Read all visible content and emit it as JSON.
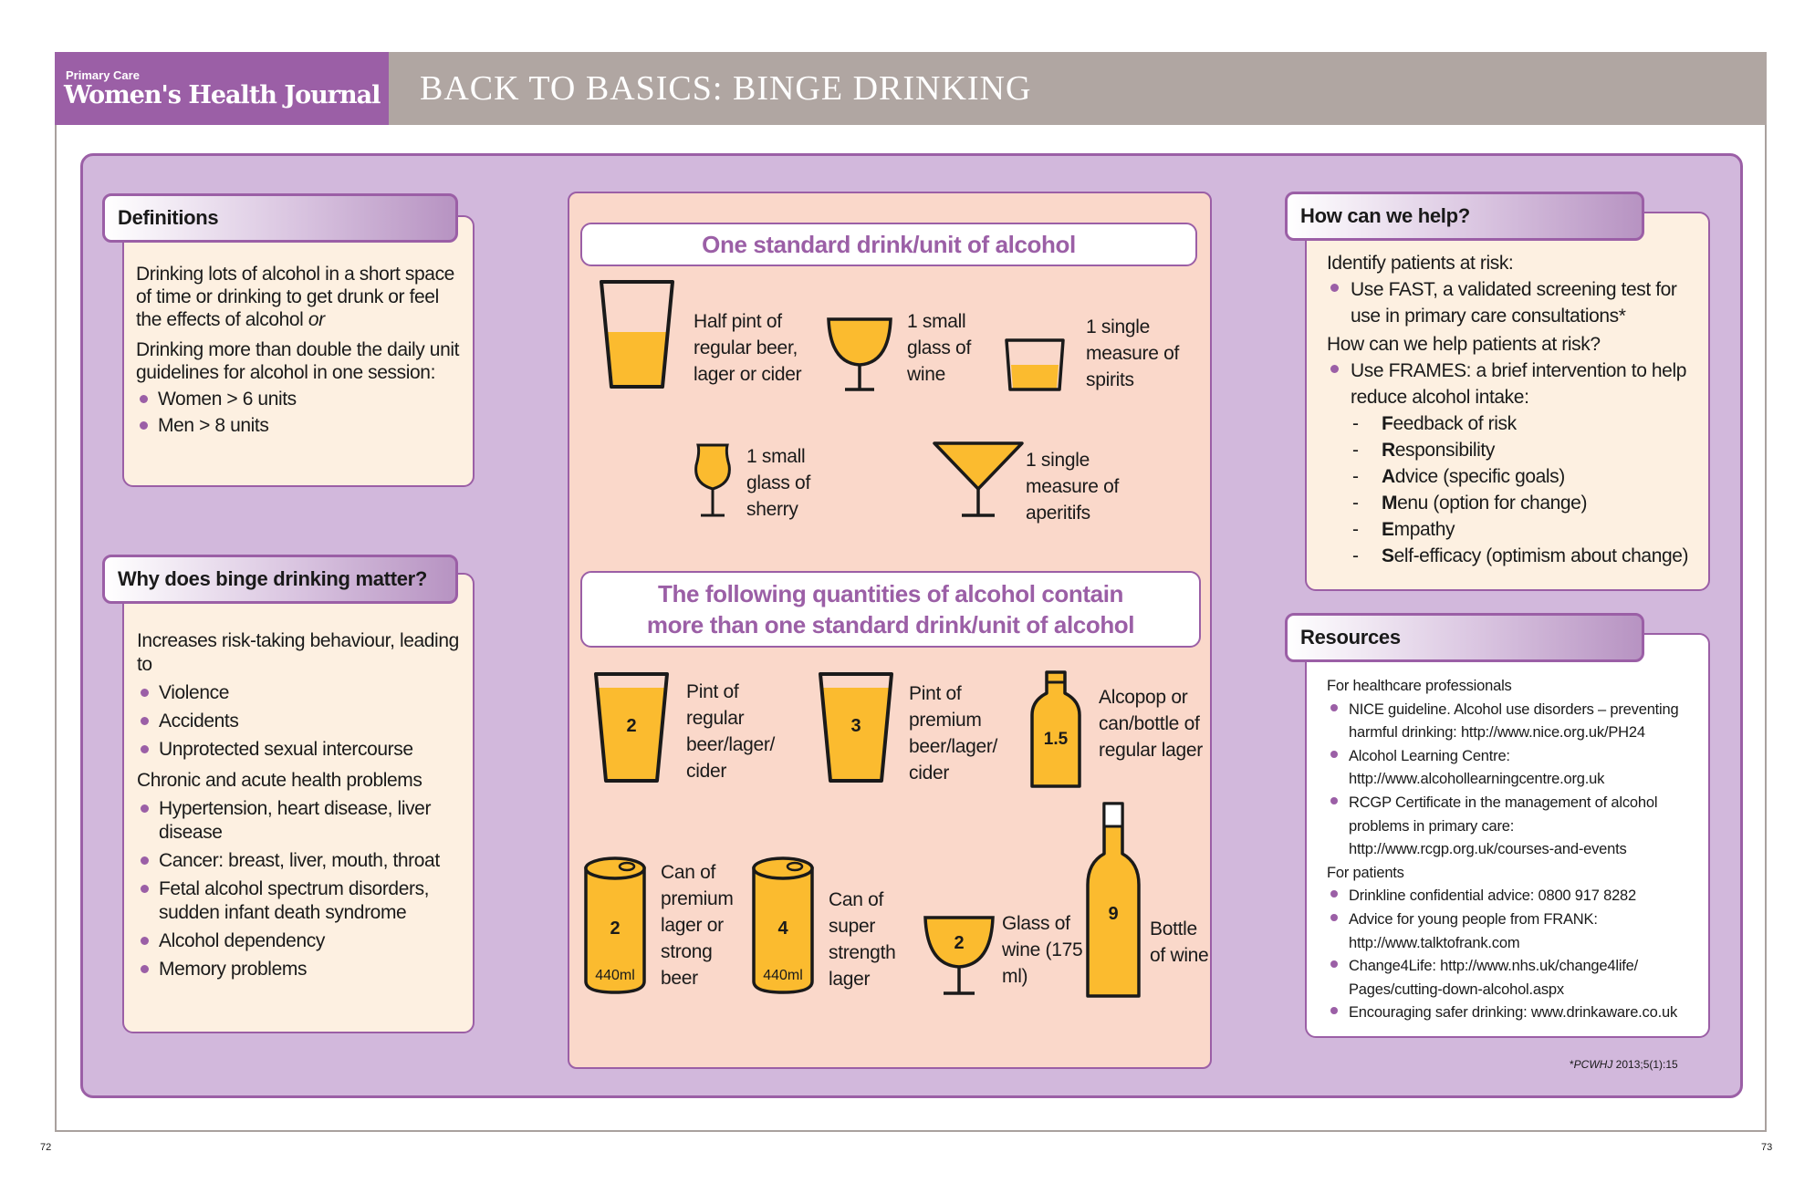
{
  "header": {
    "brand_small": "Primary Care",
    "brand_main": "Women's Health Journal",
    "title": "BACK TO BASICS: BINGE DRINKING"
  },
  "definitions": {
    "title": "Definitions",
    "para1": "Drinking lots of alcohol in a short space of time or drinking to get drunk or feel the effects of alcohol",
    "para1_or": "or",
    "para2": "Drinking more than double the daily unit guidelines for alcohol in one session:",
    "bullets": [
      "Women > 6 units",
      "Men > 8 units"
    ]
  },
  "why": {
    "title": "Why does binge drinking matter?",
    "intro": "Increases risk-taking behaviour, leading to",
    "risk_bullets": [
      "Violence",
      "Accidents",
      "Unprotected sexual intercourse"
    ],
    "chronic_intro": "Chronic and acute health problems",
    "health_bullets": [
      "Hypertension, heart disease, liver disease",
      "Cancer: breast, liver, mouth, throat",
      "Fetal alcohol spectrum disorders, sudden infant death syndrome",
      "Alcohol dependency",
      "Memory problems"
    ]
  },
  "center": {
    "heading1": "One standard drink/unit of alcohol",
    "unit_items": [
      {
        "label": "Half pint of regular beer, lager or cider",
        "icon": "half-pint-glass-icon"
      },
      {
        "label": "1 small glass of wine",
        "icon": "wine-glass-icon"
      },
      {
        "label": "1 single measure of spirits",
        "icon": "spirits-glass-icon"
      },
      {
        "label": "1 small glass of sherry",
        "icon": "sherry-glass-icon"
      },
      {
        "label": "1 single measure of aperitifs",
        "icon": "cocktail-glass-icon"
      }
    ],
    "heading2_line1": "The following quantities of alcohol contain",
    "heading2_line2": "more than one standard drink/unit of alcohol",
    "multi_items": [
      {
        "label": "Pint of regular beer/lager/ cider",
        "units": "2",
        "icon": "pint-glass-icon"
      },
      {
        "label": "Pint of premium beer/lager/ cider",
        "units": "3",
        "icon": "pint-glass-icon"
      },
      {
        "label": "Alcopop or can/bottle of regular lager",
        "units": "1.5",
        "icon": "alcopop-bottle-icon"
      },
      {
        "label": "Can of premium lager or strong beer",
        "units": "2",
        "volume": "440ml",
        "icon": "can-icon"
      },
      {
        "label": "Can of super strength lager",
        "units": "4",
        "volume": "440ml",
        "icon": "can-icon"
      },
      {
        "label": "Glass of wine (175 ml)",
        "units": "2",
        "icon": "wine-glass-icon"
      },
      {
        "label": "Bottle of wine",
        "units": "9",
        "icon": "wine-bottle-icon"
      }
    ]
  },
  "help": {
    "title": "How can we help?",
    "q1": "Identify patients at risk:",
    "b1": "Use FAST, a validated screening test for use in primary care consultations*",
    "q2": "How can we help patients at risk?",
    "b2": "Use FRAMES: a brief intervention to help reduce alcohol intake:",
    "frames": [
      {
        "letter": "F",
        "rest": "eedback of risk"
      },
      {
        "letter": "R",
        "rest": "esponsibility"
      },
      {
        "letter": "A",
        "rest": "dvice (specific goals)"
      },
      {
        "letter": "M",
        "rest": "enu (option for change)"
      },
      {
        "letter": "E",
        "rest": "mpathy"
      },
      {
        "letter": "S",
        "rest": "elf-efficacy (optimism about change)"
      }
    ]
  },
  "resources": {
    "title": "Resources",
    "hcp_heading": "For healthcare professionals",
    "hcp_items": [
      "NICE guideline. Alcohol use disorders – preventing harmful drinking: http://www.nice.org.uk/PH24",
      "Alcohol Learning Centre: http://www.alcohollearningcentre.org.uk",
      "RCGP Certificate in the management of alcohol problems in primary care: http://www.rcgp.org.uk/courses-and-events"
    ],
    "patient_heading": "For patients",
    "patient_items": [
      "Drinkline confidential advice: 0800 917 8282",
      "Advice for young people from FRANK: http://www.talktofrank.com",
      "Change4Life: http://www.nhs.uk/change4life/ Pages/cutting-down-alcohol.aspx",
      "Encouraging safer drinking: www.drinkaware.co.uk"
    ]
  },
  "footnote_journal": "PCWHJ",
  "footnote_rest": " 2013;5(1):15",
  "page_left": "72",
  "page_right": "73",
  "colors": {
    "accent": "#9b5fa6",
    "panel": "#d2b8dc",
    "cream": "#fdf0e1",
    "peach": "#fad8ca",
    "beer": "#fbbb2f"
  }
}
